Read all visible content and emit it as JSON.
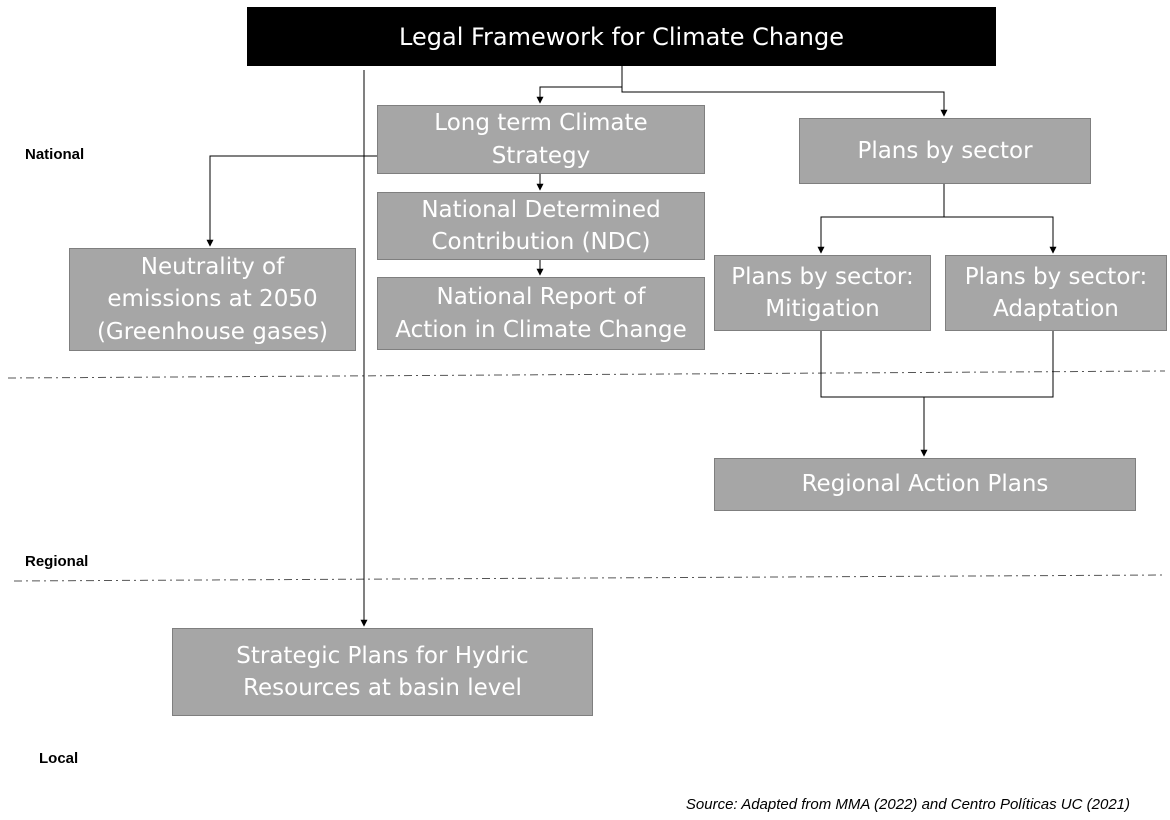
{
  "title": "Legal Framework for Climate Change",
  "levels": {
    "national": "National",
    "regional": "Regional",
    "local": "Local"
  },
  "boxes": {
    "long_term_strategy": [
      "Long term Climate",
      "Strategy"
    ],
    "plans_by_sector": [
      "Plans by sector"
    ],
    "ndc": [
      "National Determined",
      "Contribution (NDC)"
    ],
    "national_report": [
      "National Report of",
      "Action in Climate Change"
    ],
    "neutrality": [
      "Neutrality of",
      "emissions at 2050",
      "(Greenhouse gases)"
    ],
    "mitigation": [
      "Plans by sector:",
      "Mitigation"
    ],
    "adaptation": [
      "Plans by sector:",
      "Adaptation"
    ],
    "regional_action_plans": [
      "Regional Action Plans"
    ],
    "strategic_plans": [
      "Strategic Plans for Hydric",
      "Resources at basin level"
    ]
  },
  "source": "Source: Adapted from MMA (2022) and Centro Políticas UC (2021)"
}
